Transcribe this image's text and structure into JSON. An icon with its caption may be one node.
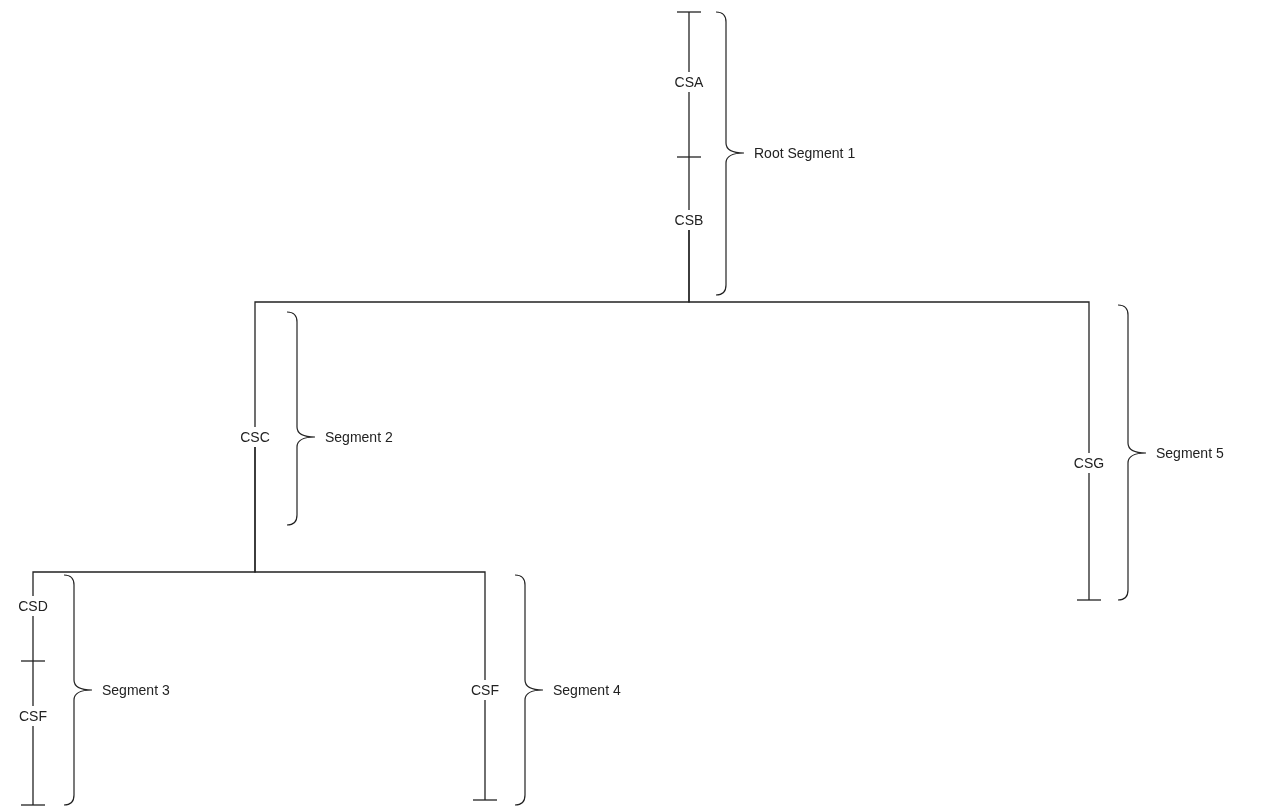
{
  "diagram": {
    "nodes": [
      {
        "text": [
          "CSA"
        ]
      },
      {
        "text": [
          "CSB"
        ]
      },
      {
        "text": [
          "CSC"
        ]
      },
      {
        "text": [
          "CSG"
        ]
      },
      {
        "text": [
          "CSD"
        ]
      },
      {
        "text": [
          "CSF"
        ]
      },
      {
        "text": [
          "CSF"
        ]
      }
    ],
    "edges": [
      {
        "from": 0,
        "to": 1,
        "arrow": "none"
      },
      {
        "from": 1,
        "to": 2,
        "arrow": "none"
      },
      {
        "from": 1,
        "to": 3,
        "arrow": "none"
      },
      {
        "from": 2,
        "to": 4,
        "arrow": "none"
      },
      {
        "from": 2,
        "to": 6,
        "arrow": "none"
      },
      {
        "from": 4,
        "to": 5,
        "arrow": "none"
      }
    ],
    "labels": [
      "Root Segment 1",
      "Segment 2",
      "Segment 5",
      "Segment 3",
      "Segment 4"
    ]
  }
}
